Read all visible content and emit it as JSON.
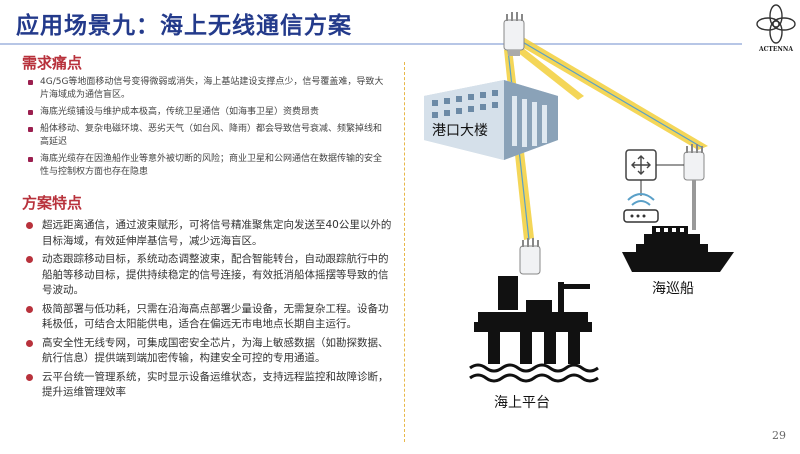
{
  "title": "应用场景九：海上无线通信方案",
  "brand": "ACTENNA",
  "page_number": "29",
  "pain_points": {
    "heading": "需求痛点",
    "items": [
      "4G/5G等地面移动信号变得微弱或消失，海上基站建设支撑点少，信号覆盖难，导致大片海域成为通信盲区。",
      "海底光缆铺设与维护成本极高，传统卫星通信（如海事卫星）资费昂贵",
      "船体移动、复杂电磁环境、恶劣天气（如台风、降雨）都会导致信号衰减、频繁掉线和高延迟",
      "海底光缆存在因渔船作业等意外被切断的风险；商业卫星和公网通信在数据传输的安全性与控制权方面也存在隐患"
    ]
  },
  "features": {
    "heading": "方案特点",
    "items": [
      "超远距离通信，通过波束赋形，可将信号精准聚焦定向发送至40公里以外的目标海域，有效延伸岸基信号，减少远海盲区。",
      "动态跟踪移动目标，系统动态调整波束，配合智能转台，自动跟踪航行中的船舶等移动目标，提供持续稳定的信号连接，有效抵消船体摇摆等导致的信号波动。",
      "极简部署与低功耗，只需在沿海高点部署少量设备，无需复杂工程。设备功耗极低，可结合太阳能供电，适合在偏远无市电地点长期自主运行。",
      "高安全性无线专网，可集成国密安全芯片，为海上敏感数据（如勘探数据、航行信息）提供端到端加密传输，构建安全可控的专用通道。",
      "云平台统一管理系统，实时显示设备运维状态，支持远程监控和故障诊断，提升运维管理效率"
    ]
  },
  "diagram": {
    "port_label": "港口大楼",
    "ship_label": "海巡船",
    "platform_label": "海上平台"
  },
  "colors": {
    "title": "#233a8b",
    "section": "#b8323c",
    "beam": "#f2cf3b",
    "link": "#5aa0c8",
    "building": "#8aa2b8"
  }
}
